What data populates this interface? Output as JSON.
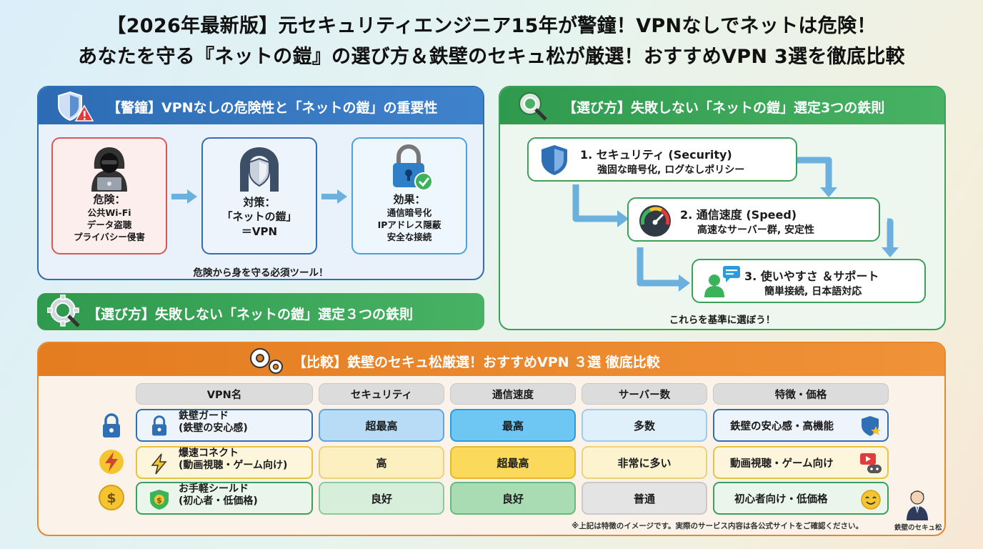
{
  "title": {
    "line1": "【2026年最新版】元セキュリティエンジニア15年が警鐘！VPNなしでネットは危険！",
    "line2": "あなたを守る『ネットの鎧』の選び方＆鉄壁のセキュ松が厳選！おすすめVPN 3選を徹底比較"
  },
  "warning": {
    "header": "【警鐘】VPNなしの危険性と「ネットの鎧」の重要性",
    "danger": {
      "head": "危険：",
      "lines": [
        "公共Wi-Fi",
        "データ盗聴",
        "プライバシー侵害"
      ]
    },
    "measure": {
      "head": "対策：",
      "lines": [
        "「ネットの鎧」",
        "＝VPN"
      ]
    },
    "effect": {
      "head": "効果：",
      "lines": [
        "通信暗号化",
        "IPアドレス隠蔽",
        "安全な接続"
      ]
    },
    "caption": "危険から身を守る必須ツール！"
  },
  "rules_banner": "【選び方】失敗しない「ネットの鎧」選定３つの鉄則",
  "rules": {
    "header": "【選び方】失敗しない「ネットの鎧」選定3つの鉄則",
    "steps": [
      {
        "title": "1. セキュリティ (Security)",
        "sub": "強固な暗号化, ログなしポリシー"
      },
      {
        "title": "2. 通信速度 (Speed)",
        "sub": "高速なサーバー群, 安定性"
      },
      {
        "title": "3. 使いやすさ ＆サポート",
        "sub": "簡単接続, 日本語対応"
      }
    ],
    "caption": "これらを基準に選ぼう！"
  },
  "comparison": {
    "header": "【比較】鉄壁のセキュ松厳選！おすすめVPN ３選 徹底比較",
    "columns": [
      "VPN名",
      "セキュリティ",
      "通信速度",
      "サーバー数",
      "特徴・価格"
    ],
    "rows": [
      {
        "name1": "鉄壁ガード",
        "name2": "(鉄壁の安心感)",
        "security": "超最高",
        "speed": "最高",
        "servers": "多数",
        "feature": "鉄壁の安心感・高機能"
      },
      {
        "name1": "爆速コネクト",
        "name2": "(動画視聴・ゲーム向け)",
        "security": "高",
        "speed": "超最高",
        "servers": "非常に多い",
        "feature": "動画視聴・ゲーム向け"
      },
      {
        "name1": "お手軽シールド",
        "name2": "(初心者・低価格)",
        "security": "良好",
        "speed": "良好",
        "servers": "普通",
        "feature": "初心者向け・低価格"
      }
    ],
    "note": "※上記は特徴のイメージです。実際のサービス内容は各公式サイトをご確認ください。",
    "mascot_label": "鉄壁のセキュ松"
  },
  "colors": {
    "blue": "#2f6fb6",
    "green": "#3aa05a",
    "orange": "#e8862a",
    "danger_red": "#d85858"
  }
}
